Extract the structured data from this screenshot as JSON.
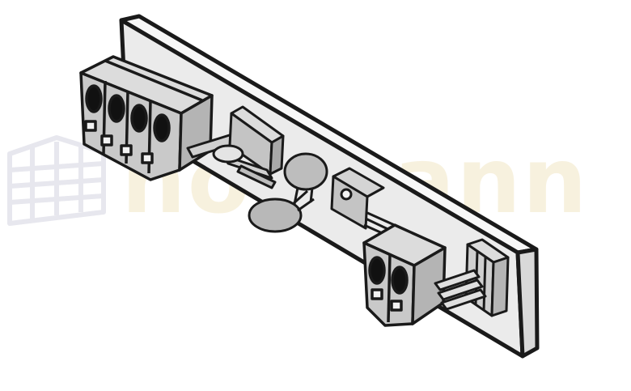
{
  "watermark": {
    "text": "hörmann",
    "logo_icon": "house-gate-logo-icon",
    "color": "#f6efd9"
  },
  "colors": {
    "outline": "#1a1a1a",
    "board": "#ebebeb",
    "terminal": "#c9c9c9",
    "terminal_dark": "#a9a9a9",
    "component": "#b8b8b8"
  },
  "parts": [
    "circuit-board",
    "four-pole-terminal-block",
    "two-pole-terminal-block",
    "relay-bracket",
    "ceramic-capacitor-round",
    "ceramic-capacitor-oval",
    "voltage-regulator-to220",
    "pin-header-connector"
  ]
}
